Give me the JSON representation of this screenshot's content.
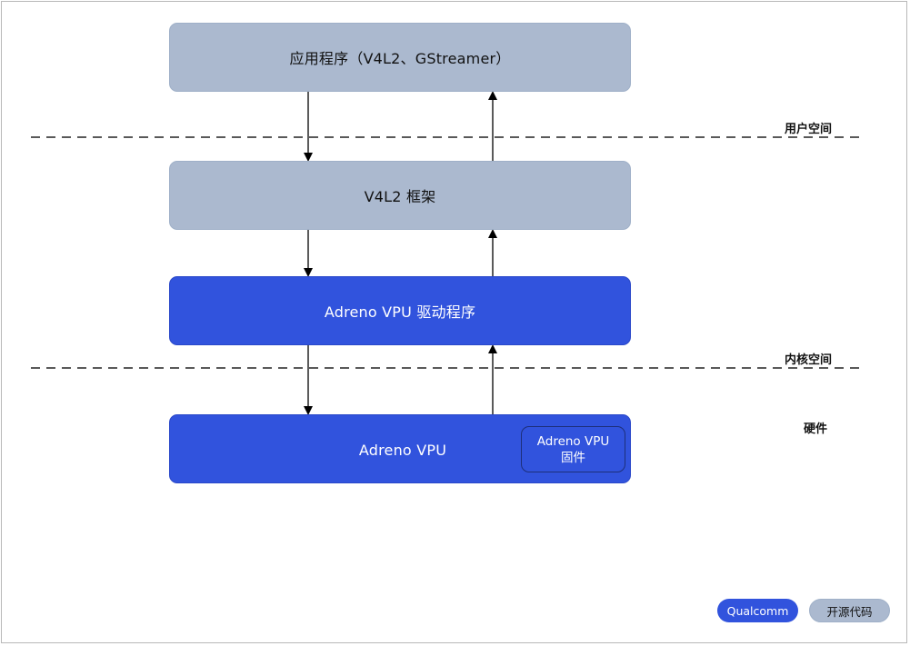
{
  "diagram": {
    "boxes": {
      "application": "应用程序（V4L2、GStreamer）",
      "framework": "V4L2 框架",
      "driver": "Adreno VPU 驱动程序",
      "hardware": "Adreno VPU",
      "firmware_line1": "Adreno VPU",
      "firmware_line2": "固件"
    },
    "layers": {
      "user_space": "用户空间",
      "kernel_space": "内核空间",
      "hardware": "硬件"
    },
    "legend": {
      "qualcomm": "Qualcomm",
      "open_source": "开源代码"
    },
    "colors": {
      "qualcomm_blue": "#3153dd",
      "open_source_gray": "#abb9cf"
    }
  }
}
